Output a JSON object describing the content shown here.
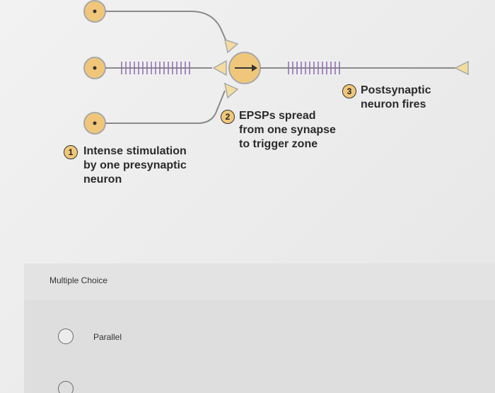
{
  "figure": {
    "step1": {
      "number": "1",
      "lines": [
        "Intense stimulation",
        "by one presynaptic",
        "neuron"
      ]
    },
    "step2": {
      "number": "2",
      "lines": [
        "EPSPs spread",
        "from one synapse",
        "to trigger zone"
      ]
    },
    "step3": {
      "number": "3",
      "lines": [
        "Postsynaptic",
        "neuron fires"
      ]
    },
    "colors": {
      "neuron_fill": "#f0c77a",
      "line": "#8a8a8a",
      "terminal_fill": "#f3dca0"
    }
  },
  "question": {
    "type_label": "Multiple Choice",
    "options": [
      {
        "label": "Parallel",
        "selected": false
      }
    ]
  }
}
